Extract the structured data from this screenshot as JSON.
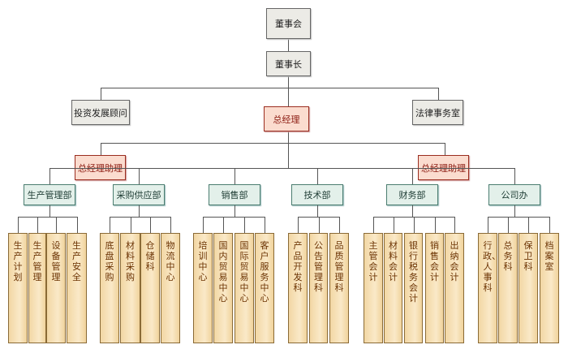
{
  "board": "董事会",
  "chairman": "董事长",
  "advisor": "投资发展顾问",
  "legal": "法律事务室",
  "general_manager": "总经理",
  "assistants": [
    "总经理助理",
    "总经理助理"
  ],
  "departments": [
    {
      "name": "生产管理部",
      "units": [
        "生产计划",
        "生产管理",
        "设备管理",
        "生产安全"
      ]
    },
    {
      "name": "采购供应部",
      "units": [
        "底盘采购",
        "材料采购",
        "仓储科",
        "物流中心"
      ]
    },
    {
      "name": "销售部",
      "units": [
        "培训中心",
        "国内贸易中心",
        "国际贸易中心",
        "客户服务中心"
      ]
    },
    {
      "name": "技术部",
      "units": [
        "产品开发科",
        "公告管理科",
        "品质管理科"
      ]
    },
    {
      "name": "财务部",
      "units": [
        "主管会计",
        "材料会计",
        "银行税务会计",
        "销售会计",
        "出纳会计"
      ]
    },
    {
      "name": "公司办",
      "units": [
        "行政、人事科",
        "总务科",
        "保卫科",
        "档案室"
      ]
    }
  ]
}
